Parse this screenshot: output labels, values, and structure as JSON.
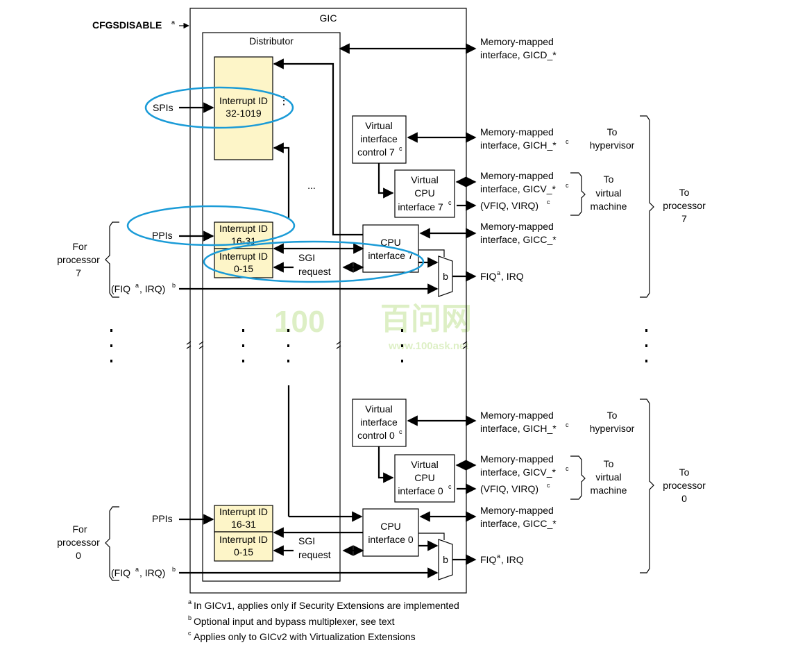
{
  "diagram": {
    "cfgsdisable": "CFGSDISABLE",
    "cfgsdisable_sup": "a",
    "gic": "GIC",
    "distributor": "Distributor",
    "spis": "SPIs",
    "ppis": "PPIs",
    "int_label": "Interrupt ID",
    "spi_range": "32-1019",
    "ppi_range": "16-31",
    "sgi_range": "0-15",
    "sgi_req_1": "SGI",
    "sgi_req_2": "request",
    "cpu_1": "CPU",
    "cpu7_2": "interface 7",
    "cpu0_2": "interface 0",
    "virt_1": "Virtual",
    "virt_2": "interface",
    "virt7_3": "control 7",
    "virt0_3": "control 0",
    "vcpu_1": "Virtual",
    "vcpu_2": "CPU",
    "vcpu7_3": "interface 7",
    "vcpu0_3": "interface 0",
    "sup_c": "c",
    "sup_a": "a",
    "sup_b": "b",
    "mux": "b",
    "mm": "Memory-mapped",
    "gicd": "interface, GICD_*",
    "gich": "interface, GICH_*",
    "gicv": "interface, GICV_*",
    "gicc": "interface, GICC_*",
    "vfiq": "(VFIQ, VIRQ)",
    "fiq_irq_out": "FIQ",
    "fiq_irq_out2": ", IRQ",
    "fiq_in_1": "(FIQ",
    "fiq_in_2": ", IRQ)",
    "to": "To",
    "hypervisor": "hypervisor",
    "virtual": "virtual",
    "machine": "machine",
    "processor": "processor",
    "p7": "7",
    "p0": "0",
    "for": "For",
    "dots": "...",
    "watermark": "100",
    "watermark_cn": "百问网",
    "watermark_url": "www.100ask.net"
  },
  "notes": [
    {
      "sup": "a",
      "text": "In GICv1, applies only if Security Extensions are implemented"
    },
    {
      "sup": "b",
      "text": "Optional input and bypass multiplexer, see text"
    },
    {
      "sup": "c",
      "text": "Applies only to GICv2 with Virtualization Extensions"
    }
  ]
}
